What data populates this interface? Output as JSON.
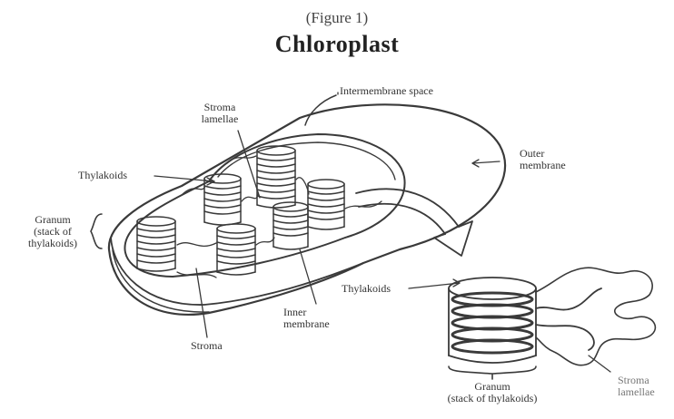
{
  "figure": {
    "caption": "(Figure 1)",
    "title": "Chloroplast"
  },
  "labels": {
    "intermembrane_space": "Intermembrane space",
    "stroma_lamellae_1": "Stroma",
    "stroma_lamellae_2": "lamellae",
    "thylakoids_main": "Thylakoids",
    "outer_membrane_1": "Outer",
    "outer_membrane_2": "membrane",
    "granum_1": "Granum",
    "granum_2": "(stack of",
    "granum_3": "thylakoids)",
    "inner_membrane_1": "Inner",
    "inner_membrane_2": "membrane",
    "stroma": "Stroma",
    "thylakoids_detail": "Thylakoids",
    "stroma_lamellae_detail_1": "Stroma",
    "stroma_lamellae_detail_2": "lamellae",
    "granum_detail_1": "Granum",
    "granum_detail_2": "(stack of thylakoids)"
  },
  "colors": {
    "stroke": "#3a3a3a",
    "text": "#333333",
    "faint_text": "#777777"
  }
}
